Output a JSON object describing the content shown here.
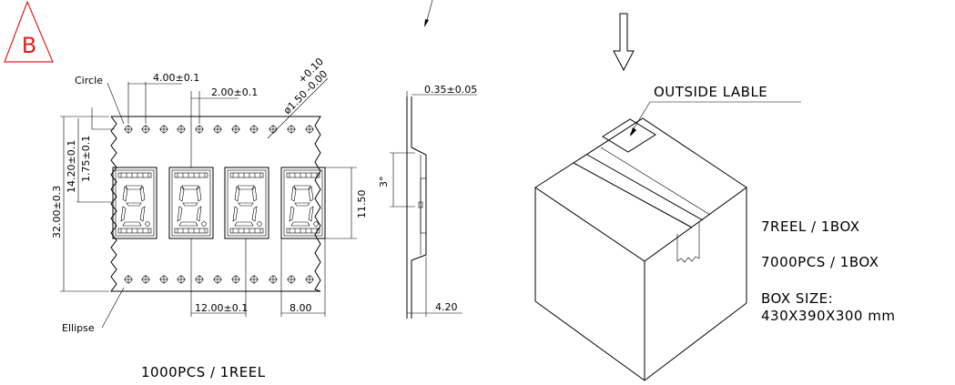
{
  "revision_mark": {
    "letter": "B",
    "color": "#e02020"
  },
  "tape": {
    "labels": {
      "circle": "Circle",
      "ellipse": "Ellipse"
    },
    "dimensions": {
      "hole_pitch": "4.00±0.1",
      "hole_to_pocket": "2.00±0.1",
      "hole_diameter_tol": "+0.10",
      "hole_diameter_tol_lower": "-0.00",
      "hole_diameter": "ø1.50",
      "tape_width": "32.00±0.3",
      "pocket_offset": "14.20±0.1",
      "hole_edge_offset": "1.75±0.1",
      "pocket_height": "11.50",
      "pocket_pitch": "12.00±0.1",
      "pocket_width": "8.00"
    },
    "caption": "1000PCS / 1REEL"
  },
  "side_view": {
    "dimensions": {
      "thickness": "0.35±0.05",
      "angle": "3°",
      "depth": "4.20"
    }
  },
  "box": {
    "label": "OUTSIDE LABLE",
    "specs": {
      "reels": "7REEL / 1BOX",
      "pieces": "7000PCS / 1BOX",
      "size_title": "BOX SIZE:",
      "size_value": "430X390X300 mm"
    }
  }
}
